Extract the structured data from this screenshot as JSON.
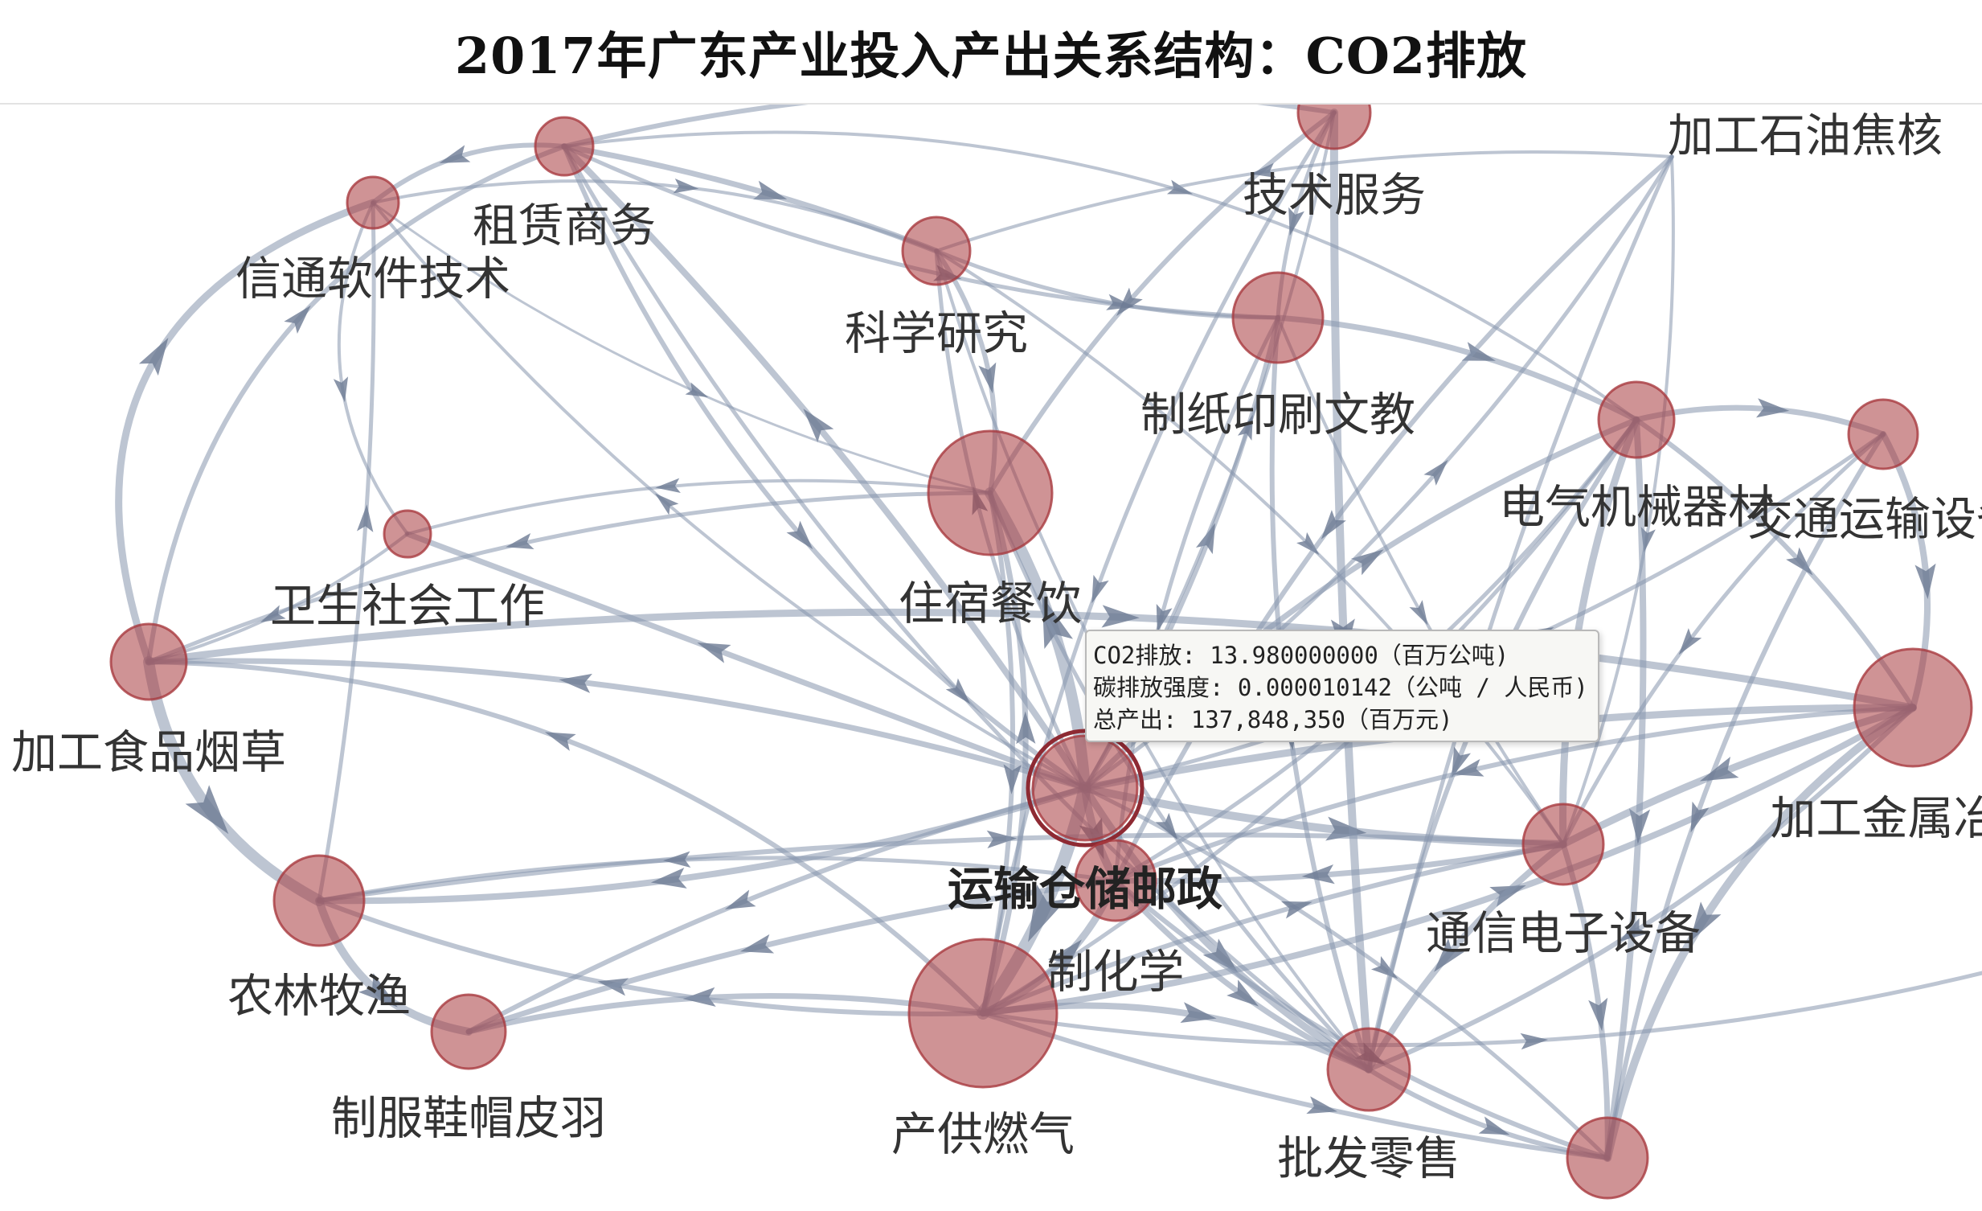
{
  "title": "2017年广东产业投入产出关系结构：CO2排放",
  "colors": {
    "node_fill": "#a83a3e",
    "edge": "#8795ad",
    "hover_ring": "#8e2a33"
  },
  "nodes": [
    {
      "id": "lease",
      "label": "租赁商务"
    },
    {
      "id": "info",
      "label": "信通软件技术"
    },
    {
      "id": "sci",
      "label": "科学研究"
    },
    {
      "id": "tech",
      "label": "技术服务"
    },
    {
      "id": "petro",
      "label": "加工石油焦核"
    },
    {
      "id": "paper",
      "label": "制纸印刷文教"
    },
    {
      "id": "elec",
      "label": "电气机械器材"
    },
    {
      "id": "transeq",
      "label": "交通运输设备"
    },
    {
      "id": "hotel",
      "label": "住宿餐饮"
    },
    {
      "id": "health",
      "label": "卫生社会工作"
    },
    {
      "id": "food",
      "label": "加工食品烟草"
    },
    {
      "id": "transport",
      "label": "运输仓储邮政"
    },
    {
      "id": "chem",
      "label": "制化学"
    },
    {
      "id": "metal",
      "label": "加工金属冶"
    },
    {
      "id": "comm",
      "label": "通信电子设备"
    },
    {
      "id": "agri",
      "label": "农林牧渔"
    },
    {
      "id": "cloth",
      "label": "制服鞋帽皮羽"
    },
    {
      "id": "power",
      "label": "产供燃气"
    },
    {
      "id": "retail",
      "label": "批发零售"
    },
    {
      "id": "unl",
      "label": ""
    },
    {
      "id": "build",
      "label": ""
    }
  ],
  "tooltip": {
    "line1": "CO2排放: 13.980000000（百万公吨)",
    "line2": "碳排放强度: 0.000010142（公吨 / 人民币)",
    "line3": "总产出: 137,848,350（百万元)"
  }
}
